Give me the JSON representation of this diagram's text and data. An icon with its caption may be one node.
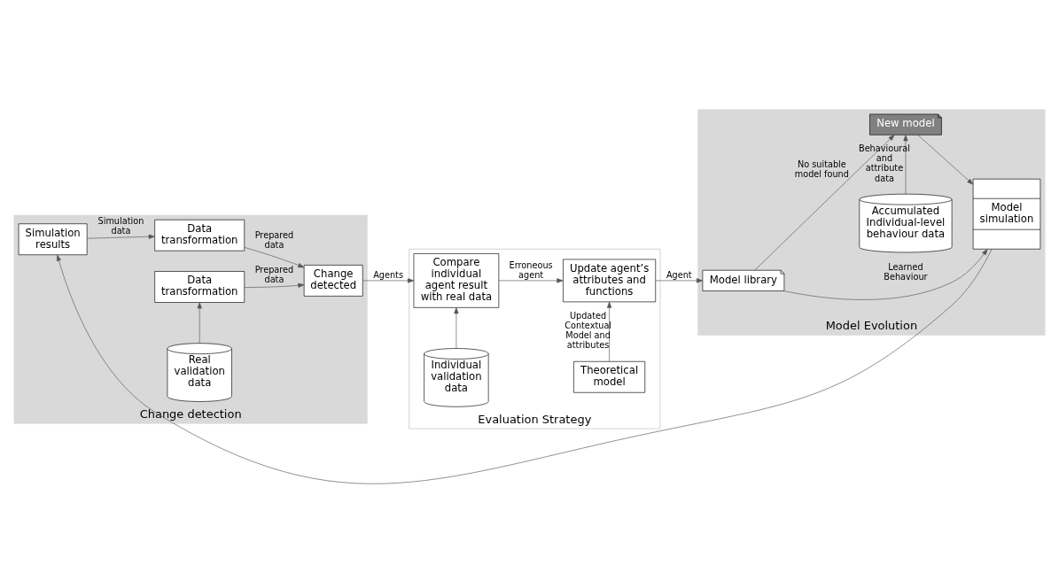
{
  "diagram": {
    "nodes": [
      {
        "text": [
          "Change detection"
        ]
      },
      {
        "text": [
          "Simulation results"
        ],
        "in": 0
      },
      {
        "text": [
          "Data transformation"
        ],
        "in": 0
      },
      {
        "text": [
          "Change detected"
        ],
        "in": 0
      },
      {
        "text": [
          "Data transformation"
        ],
        "in": 0
      },
      {
        "text": [
          "Real validation data"
        ],
        "in": 0
      },
      {
        "text": [
          "Evaluation Strategy"
        ]
      },
      {
        "text": [
          "Compare individual agent result with real data"
        ],
        "in": 6
      },
      {
        "text": [
          "Update agent’s attributes and functions"
        ],
        "in": 6
      },
      {
        "text": [
          "Individual validation data"
        ],
        "in": 6
      },
      {
        "text": [
          "Theoretical model"
        ],
        "in": 6
      },
      {
        "text": [
          "Model Evolution"
        ]
      },
      {
        "text": [
          "Model library"
        ],
        "in": 11
      },
      {
        "text": [
          "Model simulation"
        ],
        "in": 11
      },
      {
        "text": [
          "New model"
        ],
        "in": 11
      },
      {
        "text": [
          "Accumulated Individual-level behaviour data"
        ],
        "in": 11
      }
    ],
    "edges": [
      {
        "from": 1,
        "to": 2,
        "arrow": "to",
        "label": "Simulation data"
      },
      {
        "from": 2,
        "to": 3,
        "arrow": "to",
        "label": "Prepared data"
      },
      {
        "from": 4,
        "to": 3,
        "arrow": "to",
        "label": "Prepared data"
      },
      {
        "from": 5,
        "to": 4,
        "arrow": "to"
      },
      {
        "from": 3,
        "to": 7,
        "arrow": "to",
        "label": "Agents"
      },
      {
        "from": 7,
        "to": 8,
        "arrow": "to",
        "label": "Erroneous agent"
      },
      {
        "from": 9,
        "to": 7,
        "arrow": "to"
      },
      {
        "from": 10,
        "to": 8,
        "arrow": "to",
        "label": "Updated Contextual Model and attributes"
      },
      {
        "from": 8,
        "to": 12,
        "arrow": "to",
        "label": "Agent"
      },
      {
        "from": 12,
        "to": 13,
        "arrow": "to",
        "label": "Learned Behaviour"
      },
      {
        "from": 12,
        "to": 14,
        "arrow": "to",
        "label": "No suitable model found"
      },
      {
        "from": 15,
        "to": 14,
        "arrow": "to",
        "label": "Behavioural and attribute data"
      },
      {
        "from": 14,
        "to": 13,
        "arrow": "to"
      },
      {
        "from": 13,
        "to": 1,
        "arrow": "to"
      }
    ]
  }
}
